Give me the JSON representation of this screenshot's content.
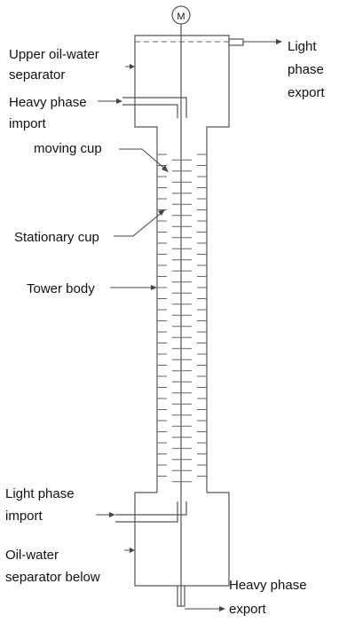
{
  "motor": {
    "symbol": "M"
  },
  "labels": {
    "upper_separator": [
      "Upper oil-water",
      "separator"
    ],
    "light_phase_export": [
      "Light",
      "phase",
      "export"
    ],
    "heavy_phase_import": [
      "Heavy phase",
      "import"
    ],
    "moving_cup": [
      "moving cup"
    ],
    "stationary_cup": [
      "Stationary cup"
    ],
    "tower_body": [
      "Tower body"
    ],
    "light_phase_import": [
      "Light phase",
      "import"
    ],
    "lower_separator": [
      "Oil-water",
      "separator below"
    ],
    "heavy_phase_export": [
      "Heavy phase",
      "export"
    ]
  },
  "colors": {
    "line": "#555555",
    "text": "#111111",
    "background": "#ffffff"
  }
}
